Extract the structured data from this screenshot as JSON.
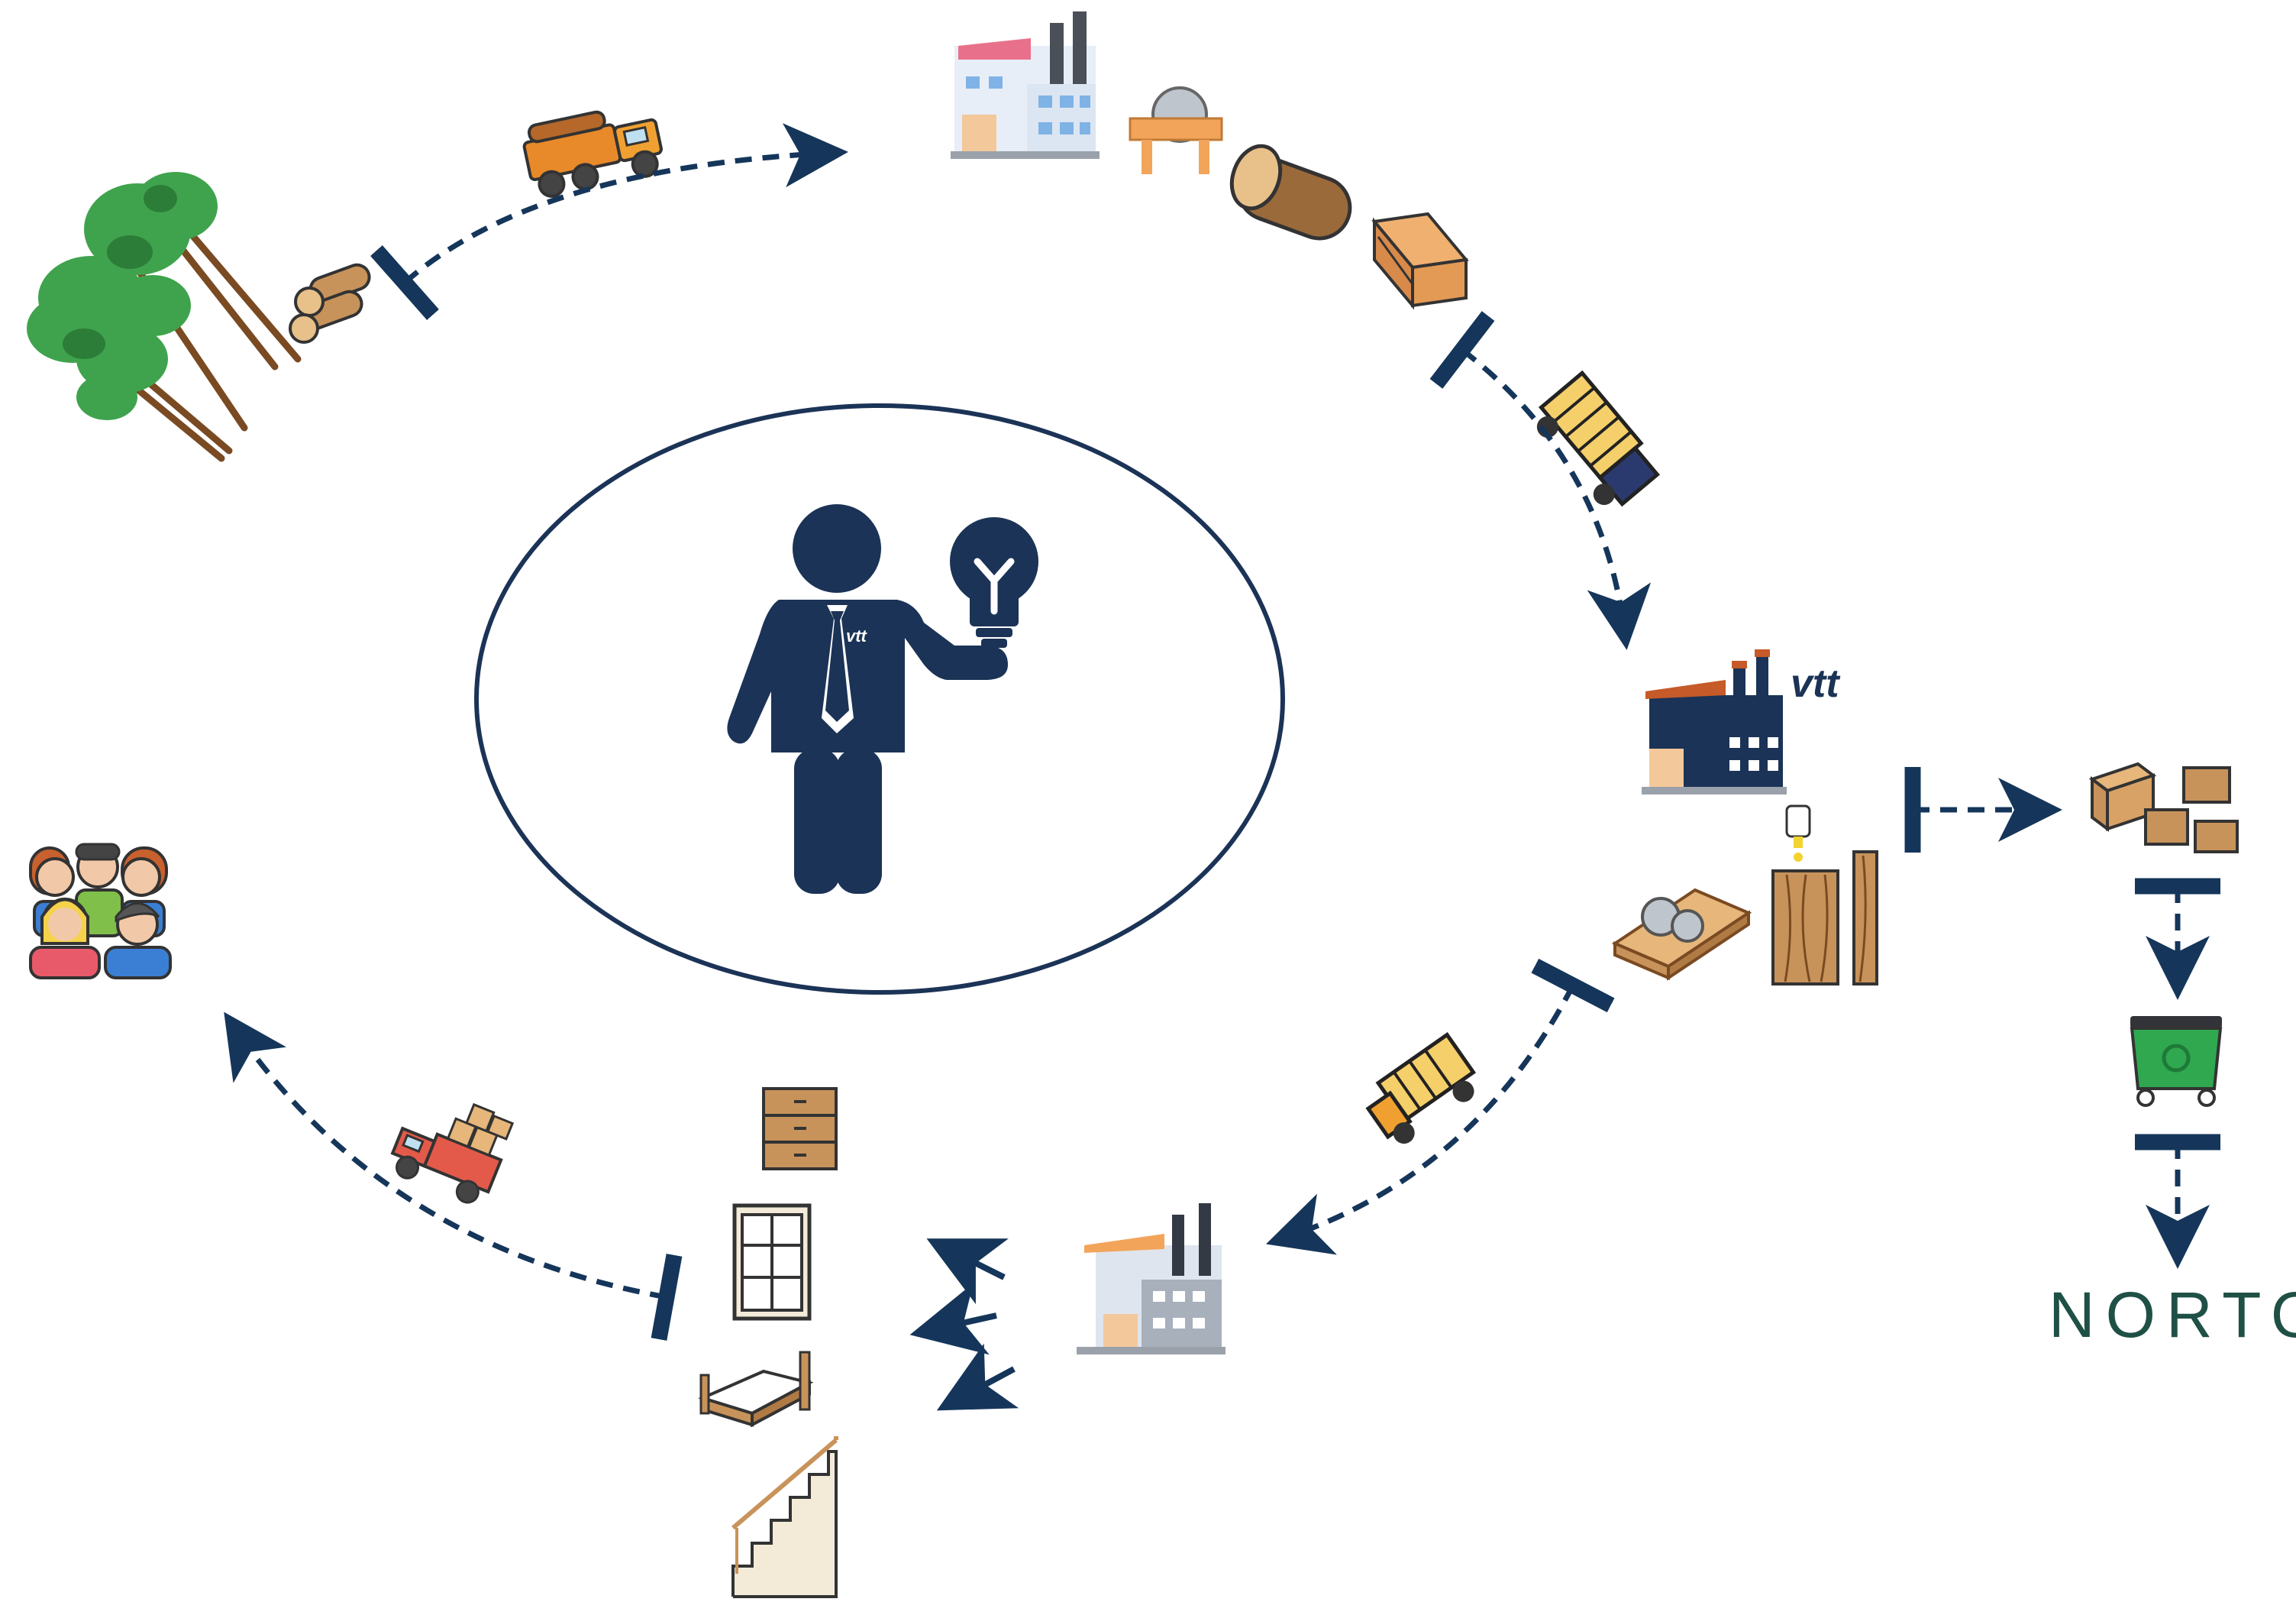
{
  "colors": {
    "navy": "#1b3356",
    "arrow": "#15365a",
    "norto_green": "#1f5046",
    "wood": "#c8935a",
    "wood_dark": "#7a4a22",
    "tree_green": "#3fa34d",
    "bin_green": "#2fa84f"
  },
  "labels": {
    "norto_logo": "NORTO",
    "vtt_logo": "vtt",
    "vtt_tie_logo": "vtt"
  },
  "icons": {
    "center": "businessman-with-lightbulb-icon",
    "forest": "felled-trees-icon",
    "sawmill": "sawmill-factory-icon",
    "vtt_factory": "vtt-factory-icon",
    "manufacturer": "manufacturing-factory-icon",
    "consumers": "people-group-icon",
    "side_streams": "wood-blocks-icon",
    "recycling": "recycling-bin-icon",
    "products": [
      "drawer-cabinet-icon",
      "window-icon",
      "bed-icon",
      "staircase-icon"
    ],
    "trucks": [
      "log-truck-icon",
      "lumber-truck-icon",
      "lumber-truck-icon",
      "delivery-truck-icon"
    ]
  }
}
